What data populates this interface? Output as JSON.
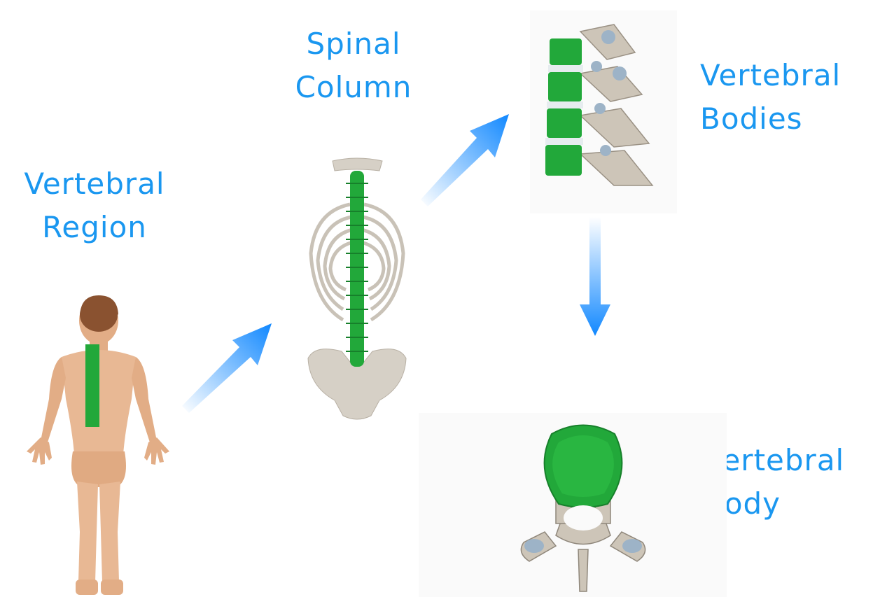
{
  "labels": {
    "vertebral_region": {
      "line1": "Vertebral",
      "line2": "Region"
    },
    "spinal_column": {
      "line1": "Spinal",
      "line2": "Column"
    },
    "vertebral_bodies": {
      "line1": "Vertebral",
      "line2": "Bodies"
    },
    "vertebral_body": {
      "line1": "Vertebral",
      "line2": "Body"
    }
  },
  "colors": {
    "label_blue": "#1a97f0",
    "arrow_blue": "#1188ff",
    "highlight_green": "#22a83a",
    "bone": "#d6d0c6",
    "skin": "#e8b894",
    "hair": "#8a5230"
  },
  "icons": {
    "arrows": [
      "arrow-up-right-icon",
      "arrow-up-right-icon",
      "arrow-down-icon"
    ]
  }
}
